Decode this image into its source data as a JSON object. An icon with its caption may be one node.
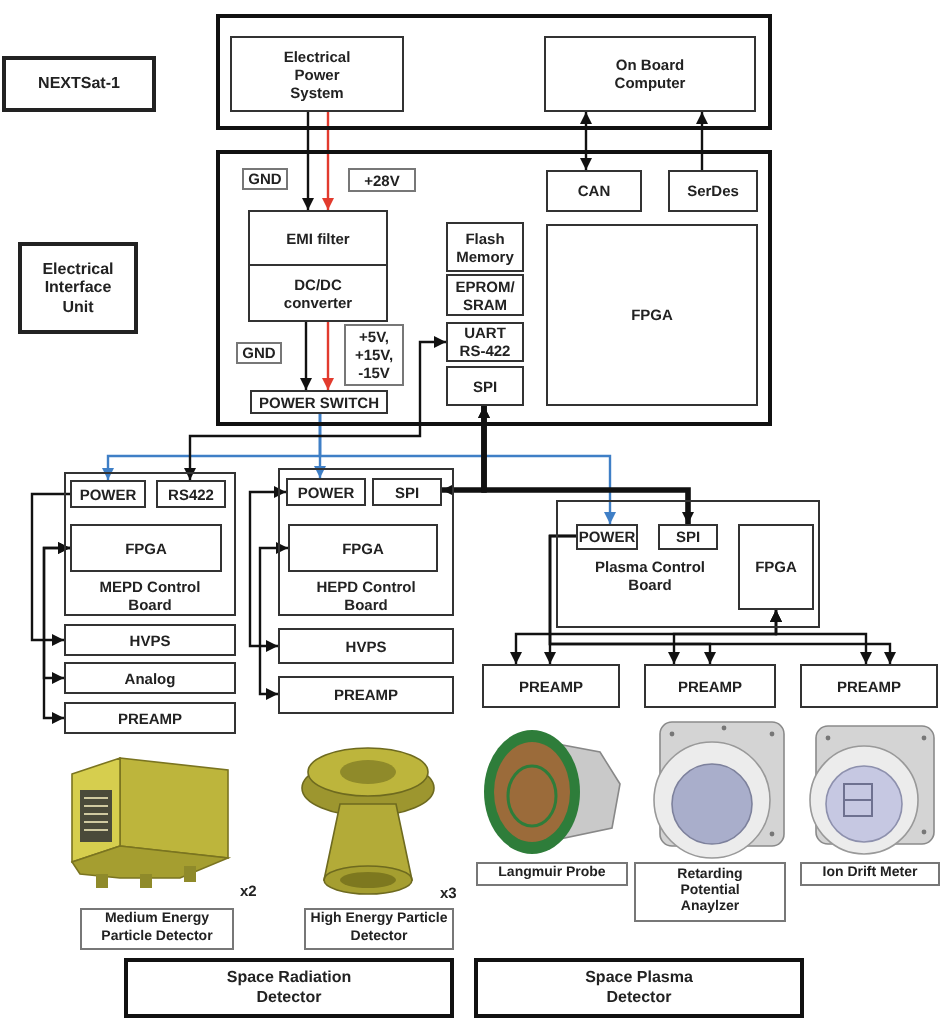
{
  "diagram": {
    "nodes": [
      {
        "text": [
          "NEXTSat-1"
        ]
      },
      {
        "text": [],
        "shape": "box"
      },
      {
        "text": [
          "Electrical Power System"
        ],
        "in": 1
      },
      {
        "text": [
          "On Board Computer"
        ],
        "in": 1
      },
      {
        "text": [
          "Electrical Interface Unit"
        ]
      },
      {
        "text": [],
        "shape": "box"
      },
      {
        "text": [
          "GND"
        ],
        "in": 5
      },
      {
        "text": [
          "+28V"
        ],
        "in": 5
      },
      {
        "text": [
          "CAN"
        ],
        "in": 5
      },
      {
        "text": [
          "SerDes"
        ],
        "in": 5
      },
      {
        "text": [
          "EMI filter"
        ],
        "in": 5
      },
      {
        "text": [
          "DC/DC converter"
        ],
        "in": 5
      },
      {
        "text": [
          "Flash Memory"
        ],
        "in": 5
      },
      {
        "text": [
          "EPROM/SRAM"
        ],
        "in": 5
      },
      {
        "text": [
          "FPGA"
        ],
        "in": 5
      },
      {
        "text": [
          "UART RS-422"
        ],
        "in": 5
      },
      {
        "text": [
          "GND"
        ],
        "in": 5
      },
      {
        "text": [
          "+5V, +15V, -15V"
        ],
        "in": 5
      },
      {
        "text": [
          "SPI"
        ],
        "in": 5
      },
      {
        "text": [
          "POWER SWITCH"
        ],
        "in": 5
      },
      {
        "text": [
          "MEPD Control Board"
        ]
      },
      {
        "text": [
          "POWER"
        ],
        "in": 20
      },
      {
        "text": [
          "RS422"
        ],
        "in": 20
      },
      {
        "text": [
          "FPGA"
        ],
        "in": 20
      },
      {
        "text": [
          "HVPS"
        ]
      },
      {
        "text": [
          "Analog"
        ]
      },
      {
        "text": [
          "PREAMP"
        ]
      },
      {
        "text": [
          "HEPD Control Board"
        ]
      },
      {
        "text": [
          "POWER"
        ],
        "in": 27
      },
      {
        "text": [
          "SPI"
        ],
        "in": 27
      },
      {
        "text": [
          "FPGA"
        ],
        "in": 27
      },
      {
        "text": [
          "HVPS"
        ]
      },
      {
        "text": [
          "PREAMP"
        ]
      },
      {
        "text": [
          "Plasma Control Board"
        ]
      },
      {
        "text": [
          "POWER"
        ],
        "in": 33
      },
      {
        "text": [
          "SPI"
        ],
        "in": 33
      },
      {
        "text": [
          "FPGA"
        ],
        "in": 33
      },
      {
        "text": [
          "PREAMP"
        ]
      },
      {
        "text": [
          "PREAMP"
        ]
      },
      {
        "text": [
          "PREAMP"
        ]
      },
      {
        "text": [
          "Medium Energy Particle Detector"
        ],
        "beside": [
          "x2"
        ]
      },
      {
        "text": [
          "High Energy Particle Detector"
        ],
        "beside": [
          "x3"
        ]
      },
      {
        "text": [
          "Langmuir Probe"
        ]
      },
      {
        "text": [
          "Retarding Potential Anaylzer"
        ]
      },
      {
        "text": [
          "Ion Drift Meter"
        ]
      },
      {
        "text": [
          "Space Radiation Detector"
        ]
      },
      {
        "text": [
          "Space Plasma Detector"
        ]
      }
    ],
    "edges": [
      {
        "from": 2,
        "to": 10,
        "arrow": "to"
      },
      {
        "from": 2,
        "to": 10,
        "arrow": "to",
        "color": "#e23b2e"
      },
      {
        "from": 11,
        "to": 19,
        "arrow": "to"
      },
      {
        "from": 11,
        "to": 19,
        "arrow": "to",
        "color": "#e23b2e"
      },
      {
        "from": 8,
        "to": 3,
        "arrow": "both"
      },
      {
        "from": 9,
        "to": 3,
        "arrow": "to"
      },
      {
        "from": 19,
        "to": 21,
        "arrow": "to",
        "color": "#3f7fc6"
      },
      {
        "from": 19,
        "to": 28,
        "arrow": "to",
        "color": "#3f7fc6"
      },
      {
        "from": 19,
        "to": 34,
        "arrow": "to",
        "color": "#3f7fc6"
      },
      {
        "from": 15,
        "to": 22,
        "arrow": "both"
      },
      {
        "from": 18,
        "to": 29,
        "arrow": "both",
        "style": "thick"
      },
      {
        "from": 18,
        "to": 35,
        "arrow": "both",
        "style": "thick"
      },
      {
        "from": 21,
        "to": 24,
        "arrow": "to"
      },
      {
        "from": 23,
        "to": 25,
        "arrow": "both"
      },
      {
        "from": 23,
        "to": 26,
        "arrow": "both"
      },
      {
        "from": 28,
        "to": 31,
        "arrow": "both"
      },
      {
        "from": 30,
        "to": 32,
        "arrow": "both"
      },
      {
        "from": 34,
        "to": 37,
        "arrow": "to"
      },
      {
        "from": 34,
        "to": 38,
        "arrow": "to"
      },
      {
        "from": 34,
        "to": 39,
        "arrow": "to"
      },
      {
        "from": 36,
        "to": 37,
        "arrow": "both"
      },
      {
        "from": 36,
        "to": 38,
        "arrow": "both"
      },
      {
        "from": 36,
        "to": 39,
        "arrow": "both"
      }
    ]
  }
}
